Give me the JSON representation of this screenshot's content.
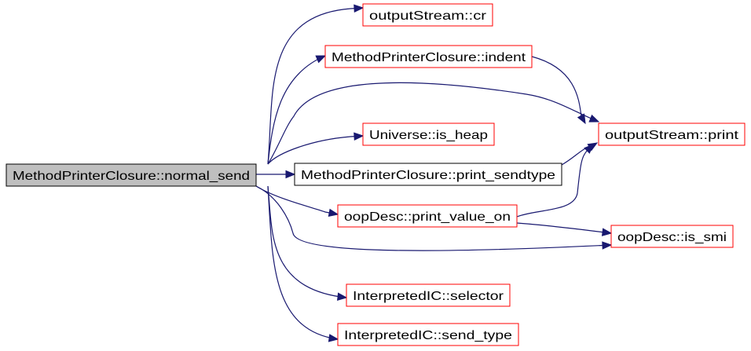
{
  "diagram": {
    "colors": {
      "root_fill": "#bfbfbf",
      "node_fill": "#ffffff",
      "root_border": "#000000",
      "plain_border": "#000000",
      "link_border": "#ff0000",
      "edge": "#191970"
    },
    "nodes": [
      {
        "id": "normal_send",
        "label": "MethodPrinterClosure::normal_send",
        "style": "root"
      },
      {
        "id": "cr",
        "label": "outputStream::cr",
        "style": "link"
      },
      {
        "id": "indent",
        "label": "MethodPrinterClosure::indent",
        "style": "link"
      },
      {
        "id": "print",
        "label": "outputStream::print",
        "style": "link"
      },
      {
        "id": "is_heap",
        "label": "Universe::is_heap",
        "style": "link"
      },
      {
        "id": "print_sendtype",
        "label": "MethodPrinterClosure::print_sendtype",
        "style": "plain"
      },
      {
        "id": "print_value_on",
        "label": "oopDesc::print_value_on",
        "style": "link"
      },
      {
        "id": "is_smi",
        "label": "oopDesc::is_smi",
        "style": "link"
      },
      {
        "id": "selector",
        "label": "InterpretedIC::selector",
        "style": "link"
      },
      {
        "id": "send_type",
        "label": "InterpretedIC::send_type",
        "style": "link"
      }
    ],
    "edges": [
      {
        "from": "normal_send",
        "to": "cr"
      },
      {
        "from": "normal_send",
        "to": "indent"
      },
      {
        "from": "normal_send",
        "to": "print"
      },
      {
        "from": "normal_send",
        "to": "is_heap"
      },
      {
        "from": "normal_send",
        "to": "print_sendtype"
      },
      {
        "from": "normal_send",
        "to": "print_value_on"
      },
      {
        "from": "normal_send",
        "to": "is_smi"
      },
      {
        "from": "normal_send",
        "to": "selector"
      },
      {
        "from": "normal_send",
        "to": "send_type"
      },
      {
        "from": "indent",
        "to": "print"
      },
      {
        "from": "print_sendtype",
        "to": "print"
      },
      {
        "from": "print_value_on",
        "to": "print"
      },
      {
        "from": "print_value_on",
        "to": "is_smi"
      }
    ]
  }
}
